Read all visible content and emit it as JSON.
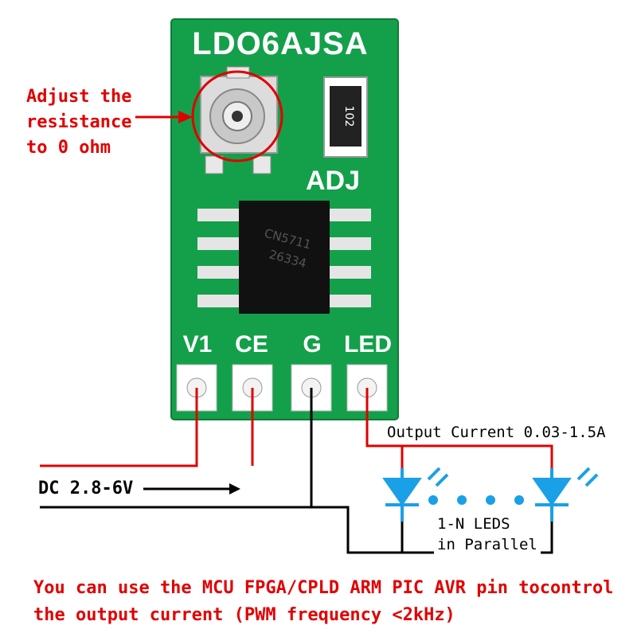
{
  "board": {
    "model": "LDO6AJSA",
    "resistor_code": "102",
    "adj_label": "ADJ",
    "chip_text_line1": "CN5711",
    "chip_text_line2": "26334",
    "pins": [
      "V1",
      "CE",
      "G",
      "LED"
    ]
  },
  "annotations": {
    "adjust_line1": "Adjust the",
    "adjust_line2": "resistance",
    "adjust_line3": "to 0 ohm",
    "output_current": "Output Current 0.03-1.5A",
    "dc_input": "DC 2.8-6V",
    "leds_line1": "1-N LEDS",
    "leds_line2": "in Parallel"
  },
  "footer": {
    "line1": "You can use the MCU FPGA/CPLD ARM PIC AVR pin tocontrol",
    "line2": "the output current (PWM frequency <2kHz)"
  },
  "colors": {
    "pcb": "#14a04a",
    "pcb_dark": "#0e7c37",
    "silk": "#ffffff",
    "annotation_red": "#e00000",
    "led_blue": "#1aa0e6",
    "wire_red": "#e00000",
    "wire_black": "#000000"
  }
}
